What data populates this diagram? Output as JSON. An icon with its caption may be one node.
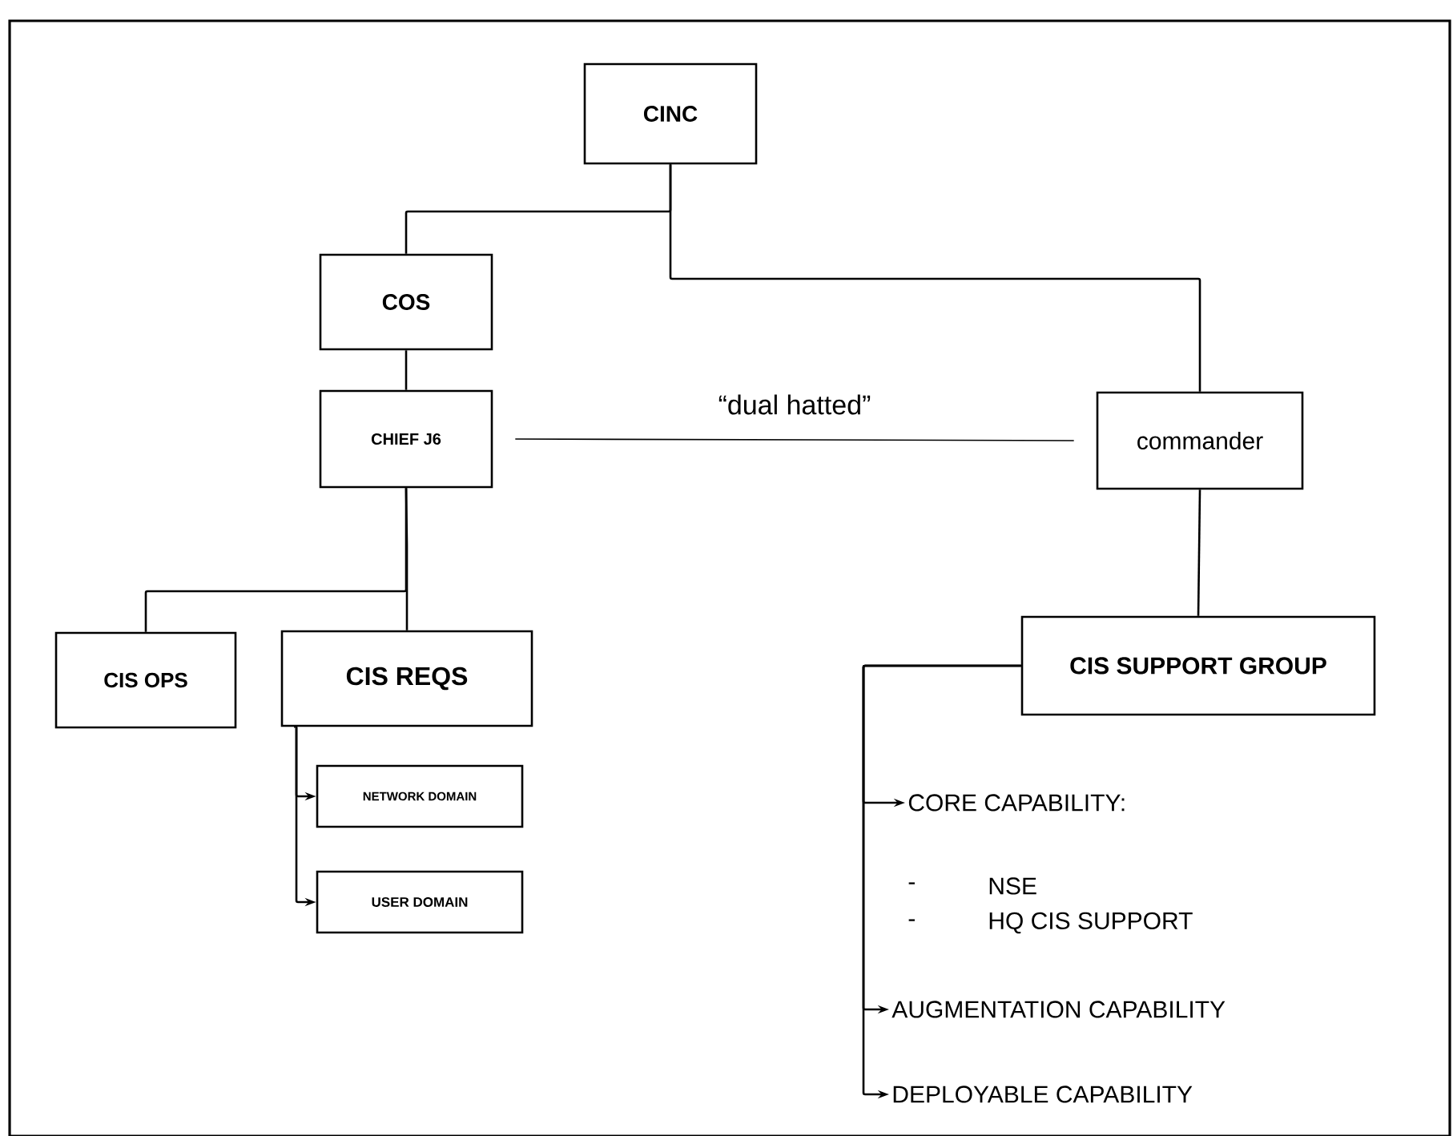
{
  "diagram": {
    "nodes": [
      {
        "text": [
          "CINC"
        ]
      },
      {
        "text": [
          "COS"
        ]
      },
      {
        "text": [
          "CHIEF J6"
        ]
      },
      {
        "text": [
          "commander"
        ]
      },
      {
        "text": [
          "CIS OPS"
        ]
      },
      {
        "text": [
          "CIS REQS"
        ]
      },
      {
        "text": [
          "NETWORK DOMAIN"
        ]
      },
      {
        "text": [
          "USER DOMAIN"
        ]
      },
      {
        "text": [
          "CIS SUPPORT GROUP"
        ]
      },
      {
        "text": [
          "CORE CAPABILITY:"
        ]
      },
      {
        "text": [
          "AUGMENTATION CAPABILITY"
        ]
      },
      {
        "text": [
          "DEPLOYABLE CAPABILITY"
        ]
      }
    ],
    "edges": [
      {
        "from": 0,
        "to": 1,
        "arrow": "none"
      },
      {
        "from": 0,
        "to": 3,
        "arrow": "none"
      },
      {
        "from": 1,
        "to": 2,
        "arrow": "none"
      },
      {
        "from": 2,
        "to": 3,
        "arrow": "none",
        "label": "“dual hatted”"
      },
      {
        "from": 2,
        "to": 4,
        "arrow": "none"
      },
      {
        "from": 2,
        "to": 5,
        "arrow": "none"
      },
      {
        "from": 5,
        "to": 6,
        "arrow": "to"
      },
      {
        "from": 5,
        "to": 7,
        "arrow": "to"
      },
      {
        "from": 3,
        "to": 8,
        "arrow": "none"
      },
      {
        "from": 8,
        "to": 9,
        "arrow": "to"
      },
      {
        "from": 8,
        "to": 10,
        "arrow": "to"
      },
      {
        "from": 8,
        "to": 11,
        "arrow": "to"
      }
    ],
    "labels": [
      "-",
      "NSE",
      "-",
      "HQ CIS SUPPORT"
    ]
  }
}
